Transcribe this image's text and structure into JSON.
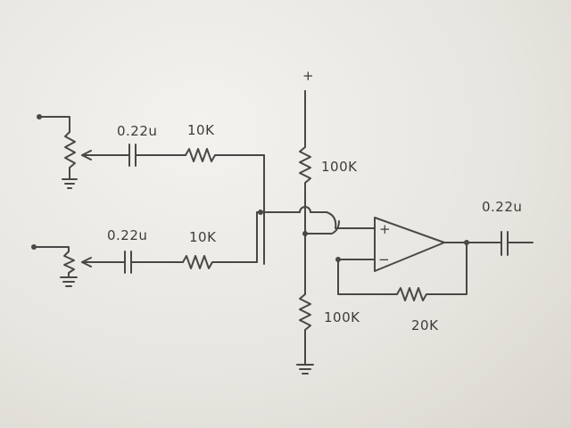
{
  "labels": {
    "cap_top": "0.22u",
    "res_top": "10K",
    "cap_bottom": "0.22u",
    "res_bottom": "10K",
    "res_pullup": "100K",
    "res_pulldown": "100K",
    "res_feedback": "20K",
    "cap_output": "0.22u",
    "supply_plus": "+",
    "opamp_plus": "+",
    "opamp_minus": "−"
  },
  "style": {
    "ink": "#4a4846",
    "paper": "#ece9e4"
  }
}
